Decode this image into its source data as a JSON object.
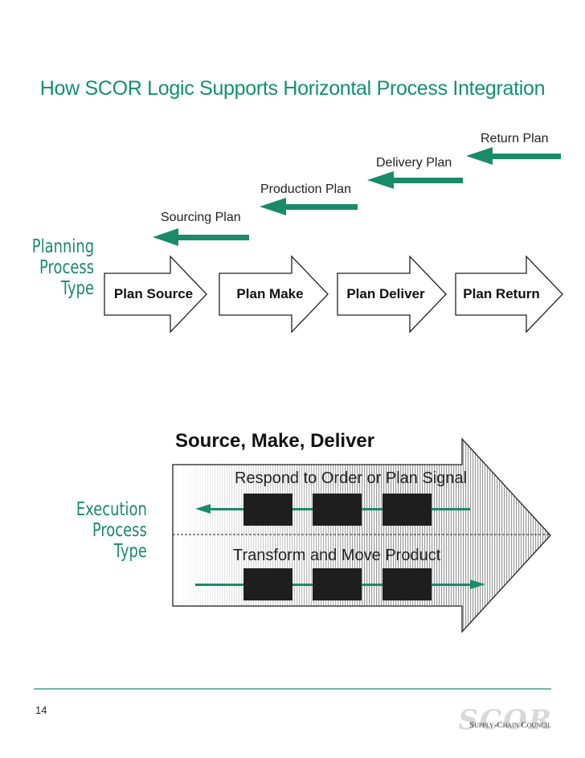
{
  "title": "How SCOR Logic Supports Horizontal Process Integration",
  "planning": {
    "side_label": [
      "Planning",
      "Process",
      "Type"
    ],
    "feedback_labels": [
      "Sourcing Plan",
      "Production Plan",
      "Delivery Plan",
      "Return Plan"
    ],
    "process_labels": [
      "Plan Source",
      "Plan Make",
      "Plan Deliver",
      "Plan Return"
    ]
  },
  "execution": {
    "title": "Source, Make, Deliver",
    "side_label": [
      "Execution",
      "Process",
      "Type"
    ],
    "top_lane_label": "Respond to Order or Plan Signal",
    "bottom_lane_label": "Transform and Move Product"
  },
  "footer": {
    "page_number": "14",
    "logo_mark": "SCOR",
    "logo_org": "Supply-Chain Council"
  },
  "colors": {
    "accent_green": "#109070",
    "arrow_green": "#1a8a6a",
    "block_dark": "#1e1e1e",
    "outline": "#222222"
  }
}
